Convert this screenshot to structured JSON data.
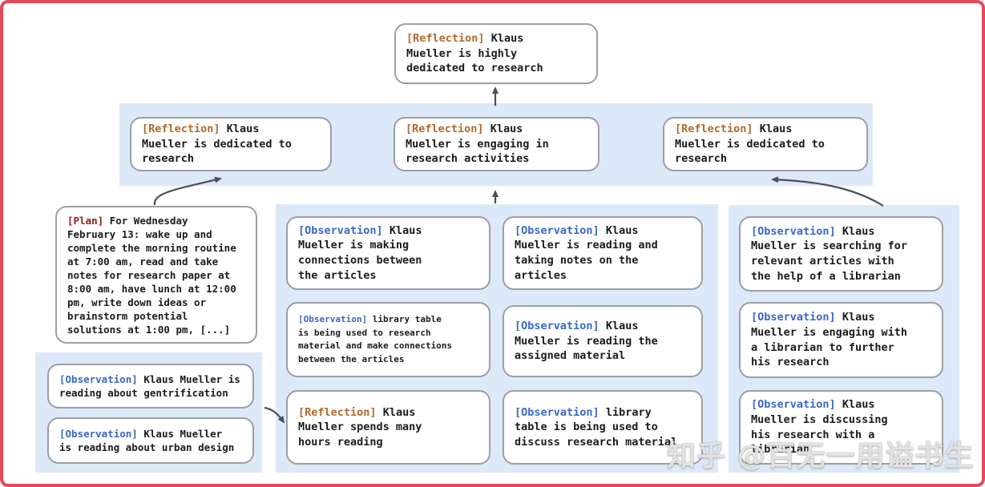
{
  "watermark": {
    "text": "知乎 @百无一用谥书生"
  },
  "colors": {
    "frame": "#e5495c",
    "panel": "#dde9f8",
    "box_border": "#9b9fa4",
    "reflection_tag": "#b06a2b",
    "plan_tag": "#8f1d16",
    "observation_tag": "#3a66c6",
    "arrow": "#4a5057",
    "body_text": "#1b1b1b"
  },
  "diagram": {
    "root": {
      "tag": "[Reflection]",
      "text": "Klaus\nMueller is highly\ndedicated to research"
    },
    "reflections": [
      {
        "tag": "[Reflection]",
        "text": "Klaus\nMueller is dedicated to\nresearch"
      },
      {
        "tag": "[Reflection]",
        "text": "Klaus\nMueller is engaging in\nresearch activities"
      },
      {
        "tag": "[Reflection]",
        "text": "Klaus\nMueller is dedicated to\nresearch"
      }
    ],
    "plan": {
      "tag": "[Plan]",
      "text": "For Wednesday\nFebruary 13: wake up and\ncomplete the morning routine\nat 7:00 am, read and take\nnotes for research paper at\n8:00 am, have lunch at 12:00\npm, write down ideas or\nbrainstorm potential\nsolutions at 1:00 pm, [...]"
    },
    "left_observations": [
      {
        "tag": "[Observation]",
        "text": "Klaus Mueller is\nreading about gentrification"
      },
      {
        "tag": "[Observation]",
        "text": "Klaus Mueller\nis reading about urban design"
      }
    ],
    "middle_col1": [
      {
        "tag": "[Observation]",
        "text": "Klaus\nMueller is making\nconnections between\nthe articles"
      },
      {
        "tag": "[Observation]",
        "text": "library table\nis being used to research\nmaterial and make connections\nbetween the articles"
      },
      {
        "tag": "[Reflection]",
        "text": "Klaus\nMueller spends many\nhours reading"
      }
    ],
    "middle_col2": [
      {
        "tag": "[Observation]",
        "text": "Klaus\nMueller is reading and\ntaking notes on the\narticles"
      },
      {
        "tag": "[Observation]",
        "text": "Klaus\nMueller is reading the\nassigned material"
      },
      {
        "tag": "[Observation]",
        "text": "library\ntable is being used to\ndiscuss research material"
      }
    ],
    "right_col": [
      {
        "tag": "[Observation]",
        "text": "Klaus\nMueller is searching for\nrelevant articles with\nthe help of a librarian"
      },
      {
        "tag": "[Observation]",
        "text": "Klaus\nMueller is engaging with\na librarian to further\nhis research"
      },
      {
        "tag": "[Observation]",
        "text": "Klaus\nMueller is discussing\nhis research with a\nlibrarian"
      }
    ]
  }
}
